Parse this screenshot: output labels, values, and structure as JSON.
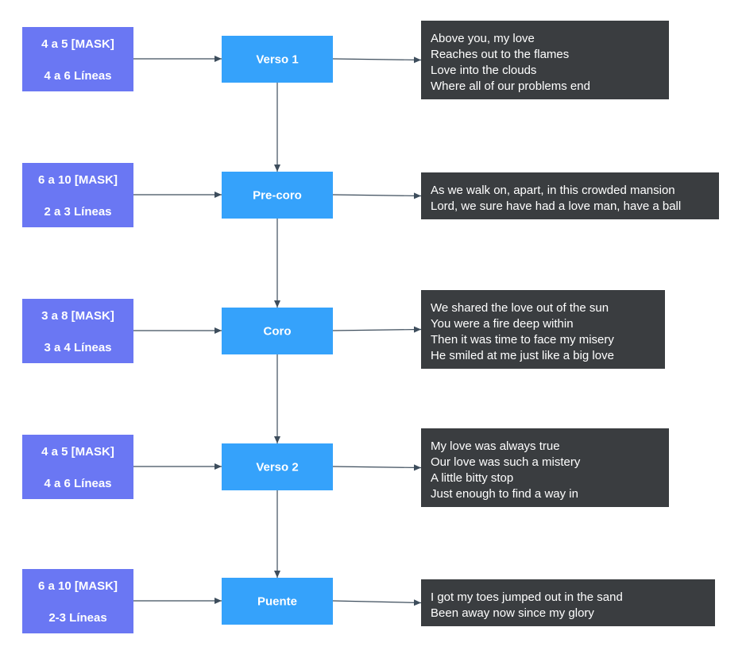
{
  "colors": {
    "spec_fill": "#6a77f3",
    "section_fill": "#35a2fb",
    "lyrics_fill": "#3a3d40",
    "arrow": "#3d4d5c",
    "text_light": "#ffffff"
  },
  "rows": [
    {
      "spec": {
        "words": "4 a 5 [MASK]",
        "lines": "4 a 6 Líneas"
      },
      "section": "Verso 1",
      "lyrics": [
        "Above you, my love",
        "Reaches out to the flames",
        "Love into the clouds",
        "Where all of our problems end"
      ]
    },
    {
      "spec": {
        "words": "6 a 10 [MASK]",
        "lines": "2 a 3 Líneas"
      },
      "section": "Pre-coro",
      "lyrics": [
        "As we walk on, apart, in this crowded mansion",
        "Lord, we sure have had a love man, have a ball"
      ]
    },
    {
      "spec": {
        "words": "3 a 8 [MASK]",
        "lines": "3 a 4 Líneas"
      },
      "section": "Coro",
      "lyrics": [
        "We shared the love out of the sun",
        "You were a fire deep within",
        "Then it was time to face my misery",
        "He smiled at me just like a big love"
      ]
    },
    {
      "spec": {
        "words": "4 a 5 [MASK]",
        "lines": "4 a 6 Líneas"
      },
      "section": "Verso 2",
      "lyrics": [
        "My love was always true",
        "Our love was such a mistery",
        "A little bitty stop",
        "Just enough to find a way in"
      ]
    },
    {
      "spec": {
        "words": "6 a 10 [MASK]",
        "lines": "2-3 Líneas"
      },
      "section": "Puente",
      "lyrics": [
        "I got my toes jumped out in the sand",
        "Been away now since my glory"
      ]
    }
  ]
}
